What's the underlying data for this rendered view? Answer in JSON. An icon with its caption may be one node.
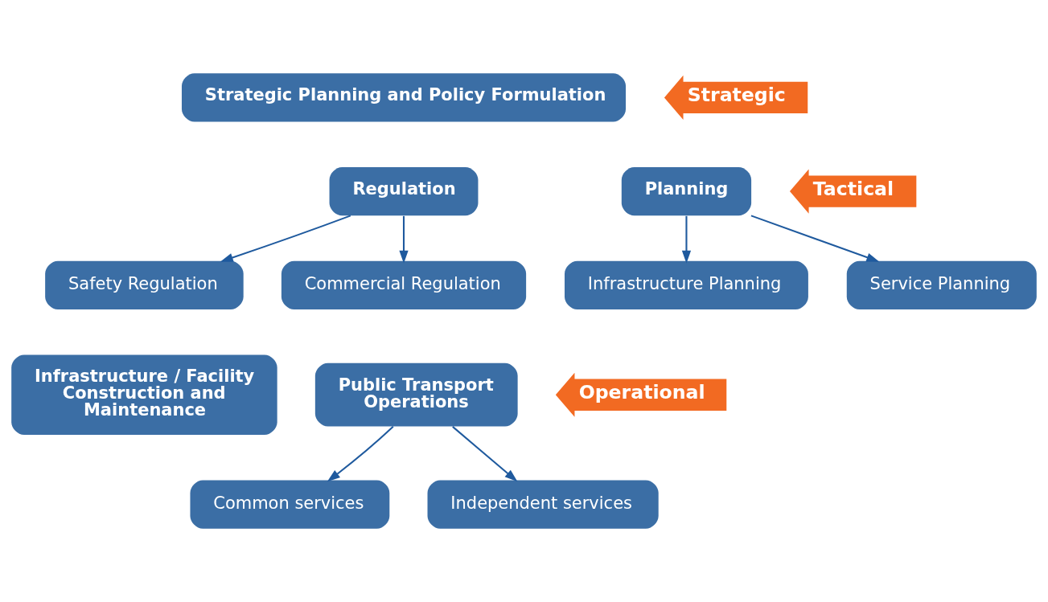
{
  "diagram": {
    "nodes": [
      {
        "text": [
          "Strategic Planning and Policy Formulation"
        ]
      },
      {
        "text": [
          "Strategic"
        ]
      },
      {
        "text": [
          "Regulation"
        ]
      },
      {
        "text": [
          "Planning"
        ]
      },
      {
        "text": [
          "Tactical"
        ]
      },
      {
        "text": [
          "Safety Regulation"
        ]
      },
      {
        "text": [
          "Commercial Regulation"
        ]
      },
      {
        "text": [
          "Infrastructure Planning"
        ]
      },
      {
        "text": [
          "Service Planning"
        ]
      },
      {
        "text": [
          "Infrastructure / Facility Construction and Maintenance"
        ]
      },
      {
        "text": [
          "Public Transport Operations"
        ]
      },
      {
        "text": [
          "Operational"
        ]
      },
      {
        "text": [
          "Common services"
        ]
      },
      {
        "text": [
          "Independent services"
        ]
      }
    ],
    "edges": [
      {
        "from": 2,
        "to": 5,
        "arrow": "to"
      },
      {
        "from": 2,
        "to": 6,
        "arrow": "to"
      },
      {
        "from": 3,
        "to": 7,
        "arrow": "to"
      },
      {
        "from": 3,
        "to": 8,
        "arrow": "to"
      },
      {
        "from": 10,
        "to": 12,
        "arrow": "to"
      },
      {
        "from": 10,
        "to": 13,
        "arrow": "to"
      }
    ]
  }
}
